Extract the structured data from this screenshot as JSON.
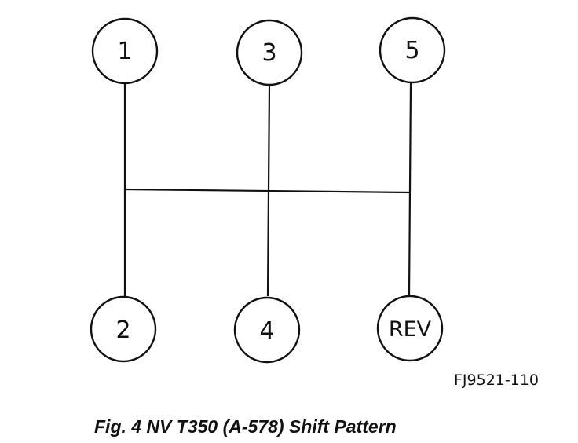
{
  "diagram": {
    "gears": {
      "g1": "1",
      "g3": "3",
      "g5": "5",
      "g2": "2",
      "g4": "4",
      "rev": "REV"
    },
    "figure_code": "FJ9521-110",
    "caption": "Fig. 4 NV T350 (A-578) Shift Pattern"
  }
}
